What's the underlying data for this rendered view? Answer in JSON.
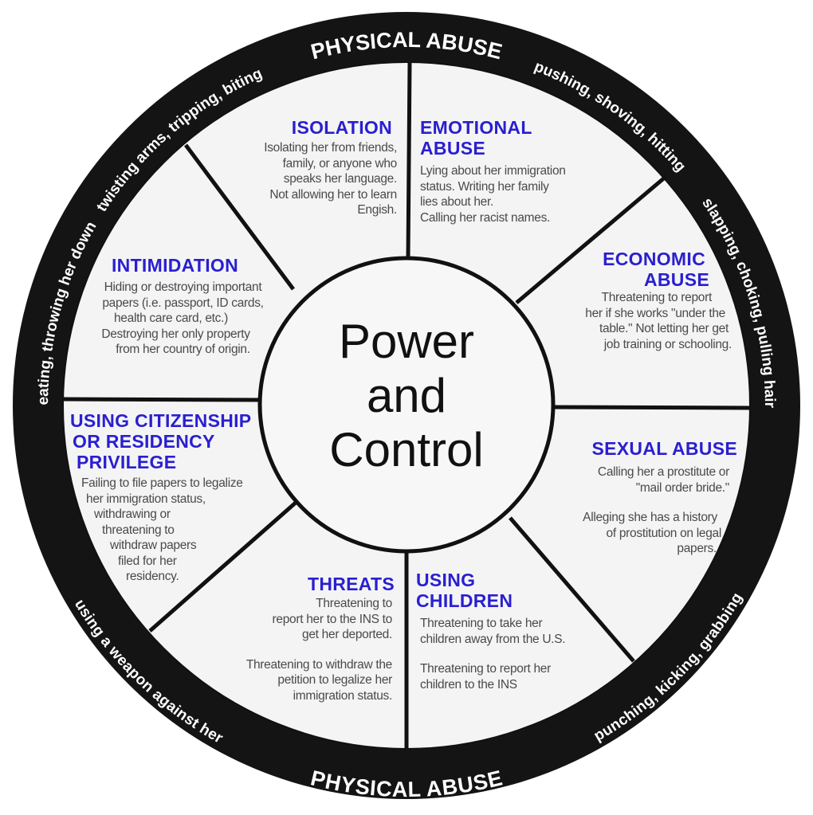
{
  "center": {
    "lines": [
      "Power",
      "and",
      "Control"
    ]
  },
  "ring": {
    "top_title": "PHYSICAL ABUSE",
    "bottom_title": "PHYSICAL ABUSE",
    "phrases": {
      "beating": "beating, throwing her down",
      "twisting": "twisting arms, tripping, biting",
      "pushing": "pushing, shoving, hitting",
      "slapping": "slapping, choking, pulling hair",
      "weapon": "using a weapon against her",
      "punching": "punching, kicking, grabbing"
    }
  },
  "segments": {
    "isolation": {
      "title": [
        "ISOLATION"
      ],
      "body": [
        "Isolating her from friends,",
        "family, or anyone who",
        "speaks her language.",
        "Not allowing her to learn",
        "Engish."
      ]
    },
    "emotional": {
      "title": [
        "EMOTIONAL",
        "ABUSE"
      ],
      "body": [
        "Lying about her immigration",
        "status. Writing her family",
        "lies about her.",
        "Calling her racist names."
      ]
    },
    "intimidation": {
      "title": [
        "INTIMIDATION"
      ],
      "body": [
        "Hiding or destroying important",
        "papers (i.e. passport, ID cards,",
        "health care card, etc.)",
        "Destroying her only property",
        "from her country of origin."
      ]
    },
    "economic": {
      "title": [
        "ECONOMIC",
        "ABUSE"
      ],
      "body": [
        "Threatening to report",
        "her if she works \"under the",
        "table.\" Not letting her get",
        "job training or schooling."
      ]
    },
    "citizenship": {
      "title": [
        "USING CITIZENSHIP",
        "OR RESIDENCY",
        "PRIVILEGE"
      ],
      "body": [
        "Failing to file papers to legalize",
        "her immigration status,",
        "withdrawing or",
        "threatening to",
        "withdraw papers",
        "filed for her",
        "residency."
      ]
    },
    "sexual": {
      "title": [
        "SEXUAL ABUSE"
      ],
      "body1": [
        "Calling her a prostitute or",
        "\"mail order bride.\""
      ],
      "body2": [
        "Alleging she has a history",
        "of prostitution on legal",
        "papers."
      ]
    },
    "threats": {
      "title": [
        "THREATS"
      ],
      "body1": [
        "Threatening to",
        "report her to the INS to",
        "get her deported."
      ],
      "body2": [
        "Threatening to withdraw the",
        "petition to legalize her",
        "immigration status."
      ]
    },
    "children": {
      "title": [
        "USING",
        "CHILDREN"
      ],
      "body1": [
        "Threatening to take her",
        "children away from the U.S."
      ],
      "body2": [
        "Threatening to report her",
        "children to the INS"
      ]
    }
  },
  "colors": {
    "title": "#2a1fd0",
    "ring": "#111111",
    "body": "#4a4a4a"
  }
}
